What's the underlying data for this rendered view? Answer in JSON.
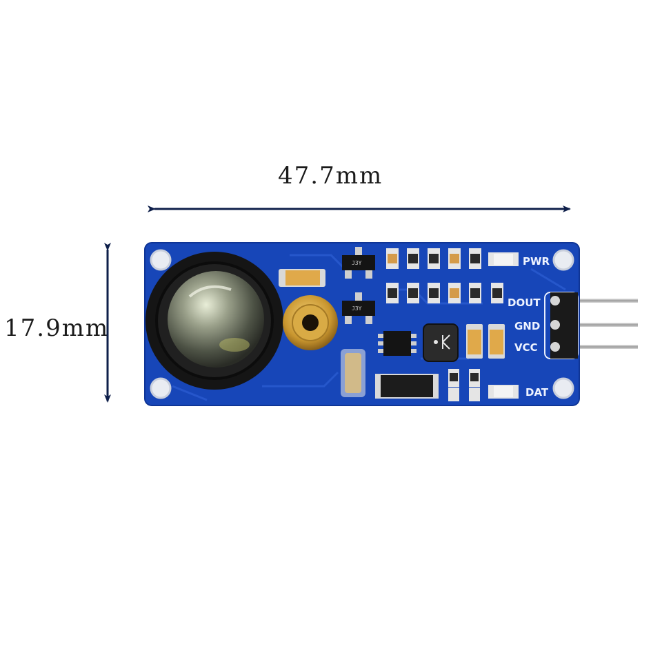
{
  "dimensions": {
    "width_label": "47.7mm",
    "height_label": "17.9mm"
  },
  "board": {
    "pin_labels": {
      "pwr": "PWR",
      "dout": "DOUT",
      "gnd": "GND",
      "vcc": "VCC",
      "dat": "DAT"
    },
    "transistor_marks": [
      "J3Y",
      "J3Y"
    ]
  },
  "colors": {
    "pcb": "#1746b8",
    "pcb_edge": "#0f3596",
    "arrow": "#0e1f4a",
    "brass": "#c9962f",
    "tantalum": "#e0a94a"
  }
}
